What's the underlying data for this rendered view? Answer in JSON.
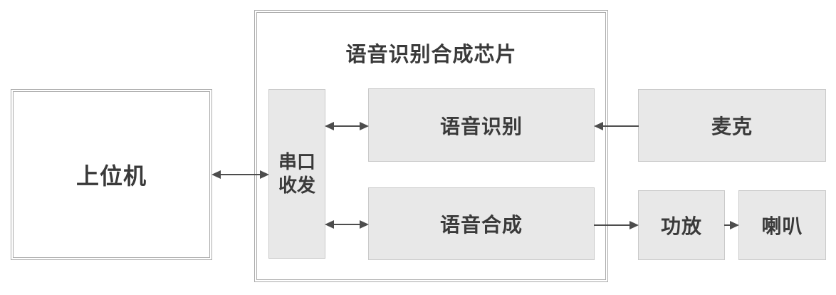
{
  "diagram": {
    "host": {
      "label": "上位机"
    },
    "chip": {
      "title": "语音识别合成芯片",
      "serial": {
        "label": "串口收发",
        "lines": [
          "串口",
          "收发"
        ]
      },
      "asr": {
        "label": "语音识别"
      },
      "tts": {
        "label": "语音合成"
      }
    },
    "peripherals": {
      "mic": {
        "label": "麦克"
      },
      "amp": {
        "label": "功放"
      },
      "speaker": {
        "label": "喇叭"
      }
    },
    "connections": [
      {
        "from": "上位机",
        "to": "串口收发",
        "direction": "bidirectional"
      },
      {
        "from": "串口收发",
        "to": "语音识别",
        "direction": "bidirectional"
      },
      {
        "from": "串口收发",
        "to": "语音合成",
        "direction": "bidirectional"
      },
      {
        "from": "麦克",
        "to": "语音识别",
        "direction": "unidirectional"
      },
      {
        "from": "语音合成",
        "to": "功放",
        "direction": "unidirectional"
      },
      {
        "from": "功放",
        "to": "喇叭",
        "direction": "unidirectional"
      }
    ],
    "colors": {
      "background": "#ffffff",
      "box_fill": "#e8e8e8",
      "box_border": "#c9c9c9",
      "frame_border": "#ababab",
      "arrow": "#4d4d4d",
      "text": "#3a3a3a"
    }
  }
}
